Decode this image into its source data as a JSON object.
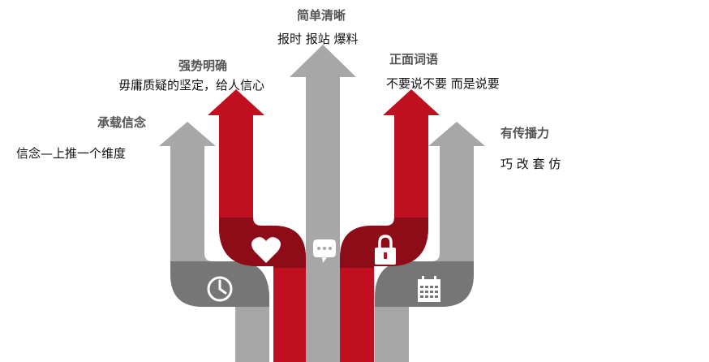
{
  "items": [
    {
      "title": "承载信念",
      "desc": "信念—上推一个维度",
      "icon": "clock-icon"
    },
    {
      "title": "强势明确",
      "desc": "毋庸质疑的坚定，给人信心",
      "icon": "heart-icon"
    },
    {
      "title": "简单清晰",
      "desc": "报时 报站 爆料",
      "icon": "speech-bubble-icon"
    },
    {
      "title": "正面词语",
      "desc": "不要说不要 而是说要",
      "icon": "lock-icon"
    },
    {
      "title": "有传播力",
      "desc": "巧 改 套 仿",
      "icon": "calendar-icon"
    }
  ],
  "colors": {
    "gray_arrow": "#a7a7a7",
    "dark_band": "#767676",
    "red_arrow": "#c0101f",
    "dark_red": "#8e0c17"
  }
}
